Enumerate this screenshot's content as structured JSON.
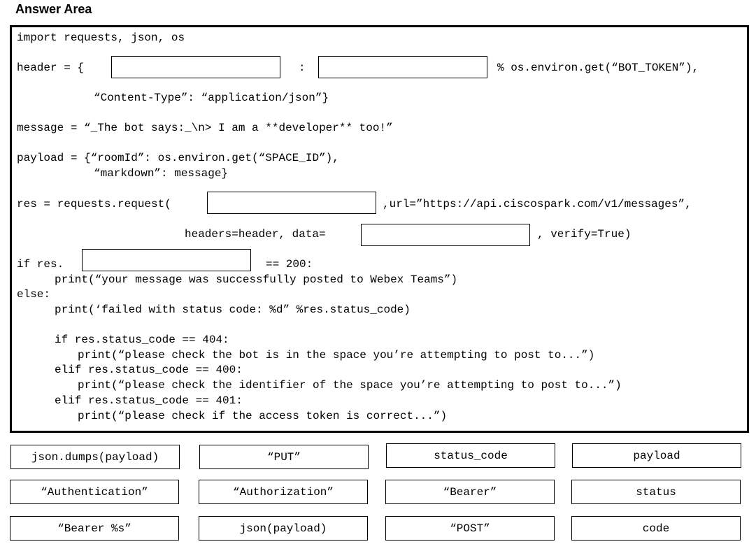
{
  "title": "Answer Area",
  "code": {
    "l1": "import requests, json, os",
    "l2a": "header = {",
    "l2b": ":",
    "l2c": "% os.environ.get(“BOT_TOKEN”),",
    "l3": "“Content-Type”: “application/json”}",
    "l4": "message = “_The bot says:_\\n> I am a **developer** too!”",
    "l5": "payload = {“roomId”: os.environ.get(“SPACE_ID”),",
    "l6": "“markdown”: message}",
    "l7a": "res = requests.request(",
    "l7b": ",url=”https://api.ciscospark.com/v1/messages”,",
    "l8a": "headers=header, data=",
    "l8b": ", verify=True)",
    "l9a": "if res.",
    "l9b": "== 200:",
    "l10": "print(“your message was successfully posted to Webex Teams”)",
    "l11": "else:",
    "l12": "print(‘failed with status code: %d” %res.status_code)",
    "l13": "if res.status_code == 404:",
    "l14": "print(“please check the bot is in the space you’re attempting to post to...”)",
    "l15": "elif res.status_code == 400:",
    "l16": "print(“please check the identifier of the space you’re attempting to post to...”)",
    "l17": "elif res.status_code == 401:",
    "l18": "print(“please check if the access token is correct...”)"
  },
  "options": [
    "json.dumps(payload)",
    "“PUT”",
    "status_code",
    "payload",
    "“Authentication”",
    "“Authorization”",
    "“Bearer”",
    "status",
    "“Bearer %s”",
    "json(payload)",
    "“POST”",
    "code"
  ]
}
